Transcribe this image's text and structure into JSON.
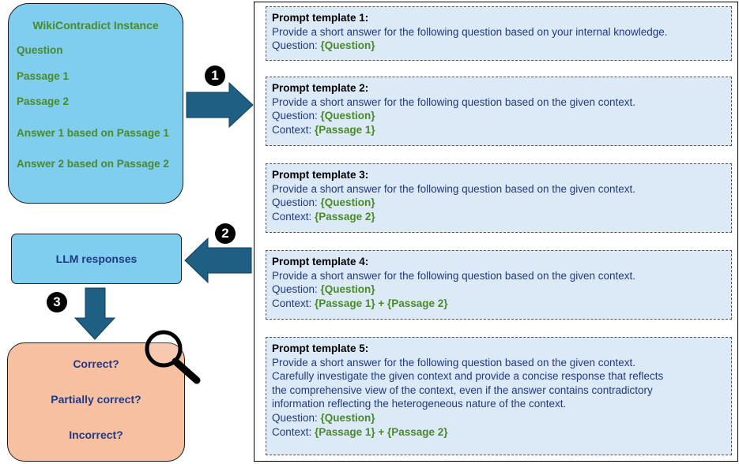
{
  "instance": {
    "title": "WikiContradict Instance",
    "items": [
      "Question",
      "Passage 1",
      "Passage 2",
      "Answer 1 based on Passage 1",
      "Answer 2 based on Passage 2"
    ]
  },
  "responses": {
    "label": "LLM responses"
  },
  "evaluation": {
    "items": [
      "Correct?",
      "Partially correct?",
      "Incorrect?"
    ]
  },
  "steps": [
    "1",
    "2",
    "3"
  ],
  "templates": [
    {
      "title": "Prompt template 1:",
      "lines": [
        "Provide a short answer for the following question based on your internal knowledge."
      ],
      "question_label": "Question: ",
      "question_var": "{Question}"
    },
    {
      "title": "Prompt template 2:",
      "lines": [
        "Provide a short answer for the following question based on the given context."
      ],
      "question_label": "Question: ",
      "question_var": "{Question}",
      "context_label": "Context: ",
      "context_var": "{Passage 1}"
    },
    {
      "title": "Prompt template 3:",
      "lines": [
        "Provide a short answer for the following question based on the given context."
      ],
      "question_label": "Question: ",
      "question_var": "{Question}",
      "context_label": "Context: ",
      "context_var": "{Passage 2}"
    },
    {
      "title": "Prompt template 4:",
      "lines": [
        "Provide a short answer for the following question based on the given context."
      ],
      "question_label": "Question: ",
      "question_var": "{Question}",
      "context_label": "Context: ",
      "context_var": "{Passage 1} + {Passage 2}"
    },
    {
      "title": "Prompt template 5:",
      "lines": [
        "Provide a short answer for the following question based on the given context.",
        "Carefully investigate the given context and provide a concise response that reflects",
        "the comprehensive view of the context, even if the answer contains contradictory",
        "information reflecting the heterogeneous nature of the context."
      ],
      "question_label": "Question: ",
      "question_var": "{Question}",
      "context_label": "Context: ",
      "context_var": "{Passage 1} + {Passage 2}"
    }
  ],
  "colors": {
    "box_blue": "#7fcdef",
    "box_peach": "#f6c0a1",
    "template_bg": "#dce9f7",
    "arrow": "#1e5f83",
    "text_green": "#4a8a2a",
    "text_navy": "#1f3a86"
  },
  "icons": {
    "magnifier": "magnifying-glass-icon"
  }
}
